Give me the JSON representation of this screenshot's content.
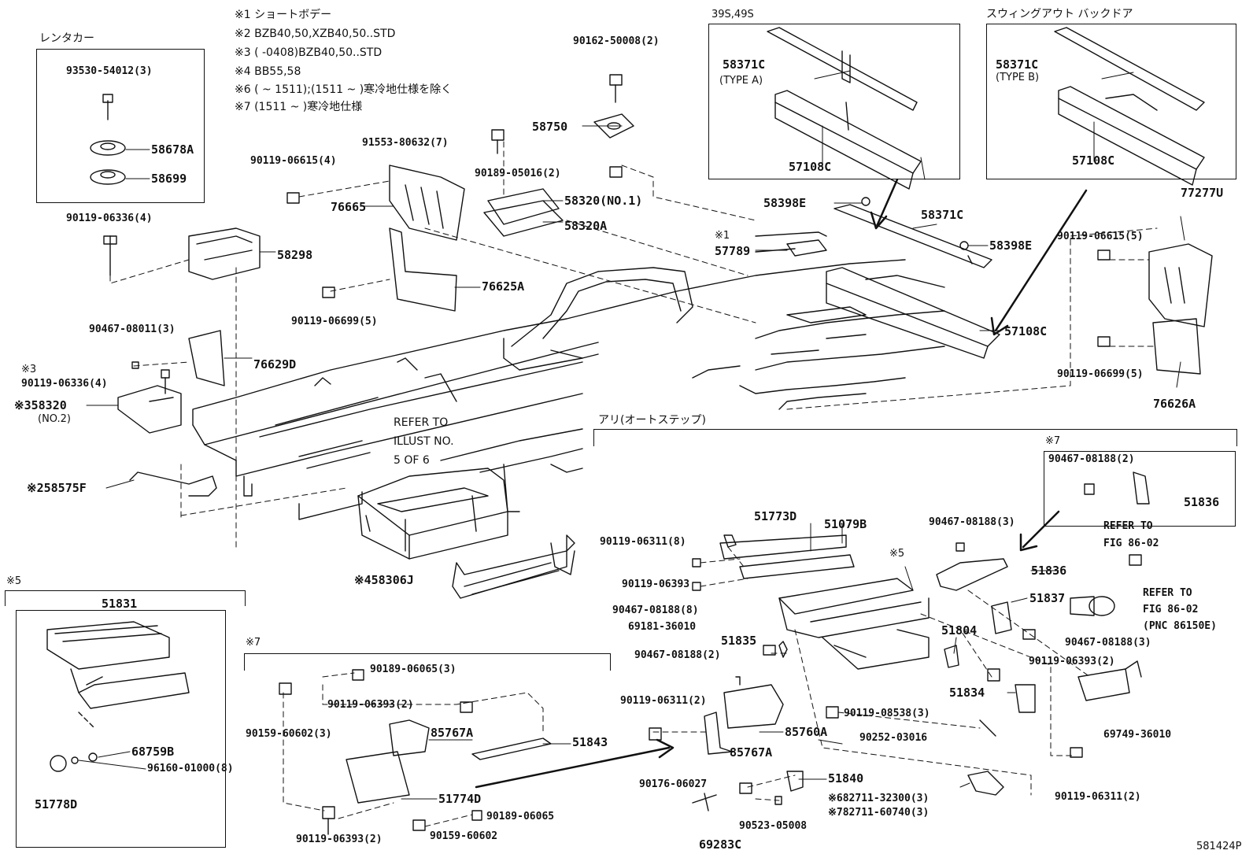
{
  "footer_code": "581424P",
  "notes": [
    "※1 ショートボデー",
    "※2 BZB40,50,XZB40,50..STD",
    "※3 (        -0408)BZB40,50..STD",
    "※4 BB55,58",
    "※6 (    ~ 1511);(1511 ~     )寒冷地仕様を除く",
    "※7 (1511 ~     )寒冷地仕様"
  ],
  "box_titles": {
    "rental": "レンタカー",
    "variant_39s": "39S,49S",
    "swing_out": "スウィングアウト バックドア",
    "auto_step": "アリ(オートステップ)",
    "m7_small": "※7",
    "m5_left": "※5",
    "m7_bottom": "※7"
  },
  "refer_illust": [
    "REFER TO",
    "ILLUST NO.",
    "5 OF 6"
  ],
  "refer_fig_1": [
    "REFER TO",
    "FIG 86-02"
  ],
  "refer_fig_2": [
    "REFER TO",
    "FIG 86-02",
    "(PNC 86150E)"
  ],
  "parts": [
    "93530-54012(3)",
    "58678A",
    "58699",
    "90119-06336(4)",
    "58298",
    "90467-08011(3)",
    "76629D",
    "※3",
    "90119-06336(4)",
    "※358320",
    "(NO.2)",
    "※258575F",
    "90119-06615(4)",
    "76665",
    "91553-80632(7)",
    "90162-50008(2)",
    "58750",
    "90189-05016(2)",
    "58320(NO.1)",
    "58320A",
    "76625A",
    "90119-06699(5)",
    "※1",
    "57789",
    "58371C",
    "(TYPE A)",
    "57108C",
    "58371C",
    "(TYPE B)",
    "57108C",
    "58398E",
    "58371C",
    "58398E",
    "57108C",
    "77277U",
    "90119-06615(5)",
    "90119-06699(5)",
    "76626A",
    "※458306J",
    "51831",
    "68759B",
    "96160-01000(8)",
    "51778D",
    "90189-06065(3)",
    "90119-06393(2)",
    "90159-60602(3)",
    "85767A",
    "51843",
    "51774D",
    "90119-06393(2)",
    "90189-06065",
    "90159-60602",
    "51773D",
    "51079B",
    "90119-06311(8)",
    "90119-06393",
    "90467-08188(8)",
    "69181-36010",
    "51835",
    "90467-08188(2)",
    "※5",
    "90467-08188(3)",
    "51836",
    "51837",
    "51804",
    "90467-08188(3)",
    "90119-06393(2)",
    "51834",
    "90119-06311(2)",
    "85760A",
    "85767A",
    "90119-08538(3)",
    "90252-03016",
    "90176-06027",
    "51840",
    "※682711-32300(3)",
    "※782711-60740(3)",
    "90523-05008",
    "69283C",
    "90467-08188(2)",
    "51836",
    "69749-36010",
    "90119-06311(2)"
  ]
}
